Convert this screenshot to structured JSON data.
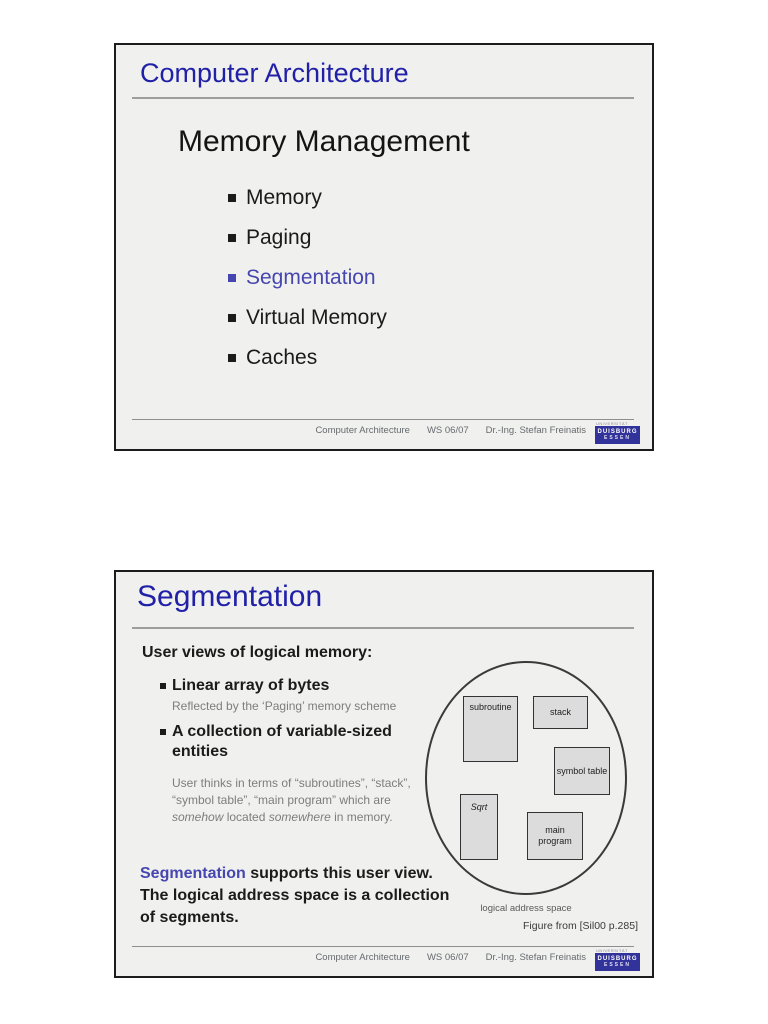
{
  "colors": {
    "slide_background": "#f0f0ee",
    "title_blue": "#2121a8",
    "highlight_blue": "#4646b0",
    "subtext_gray": "#7d7d7d",
    "box_fill": "#dcdcdc",
    "logo_blue": "#32329b"
  },
  "slide1": {
    "title": "Computer Architecture",
    "heading": "Memory Management",
    "bullets": [
      {
        "label": "Memory",
        "highlighted": false
      },
      {
        "label": "Paging",
        "highlighted": false
      },
      {
        "label": "Segmentation",
        "highlighted": true
      },
      {
        "label": "Virtual Memory",
        "highlighted": false
      },
      {
        "label": "Caches",
        "highlighted": false
      }
    ]
  },
  "slide2": {
    "title": "Segmentation",
    "lead": "User views of logical memory:",
    "bullets": [
      {
        "title": "Linear array of bytes",
        "subtext": "Reflected by the ‘Paging’ memory scheme"
      },
      {
        "title": "A collection of variable-sized entities",
        "subtext_parts": {
          "part1": "User thinks in terms of “subroutines”, “stack”, “symbol table”, “main program” which are ",
          "italic1": "somehow",
          "part2": " located ",
          "italic2": "somewhere",
          "part3": " in memory."
        }
      }
    ],
    "paragraph": {
      "highlight": "Segmentation",
      "rest": " supports this user view. The logical address space is a collection of segments."
    },
    "diagram": {
      "boxes": [
        {
          "label": "subroutine"
        },
        {
          "label": "stack"
        },
        {
          "label": "symbol table"
        },
        {
          "label": "Sqrt"
        },
        {
          "label": "main program"
        }
      ],
      "caption": "logical address space",
      "credit": "Figure from [Sil00 p.285]"
    }
  },
  "footer": {
    "course": "Computer Architecture",
    "term": "WS 06/07",
    "author": "Dr.-Ing. Stefan Freinatis",
    "logo": {
      "top": "UNIVERSITÄT",
      "line1": "DUISBURG",
      "line2": "ESSEN"
    }
  }
}
